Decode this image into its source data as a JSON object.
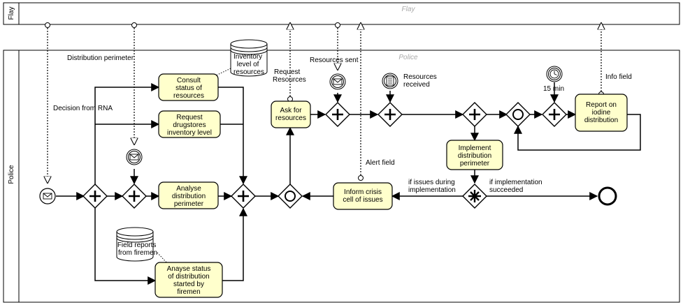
{
  "pools": {
    "flay_label": "Flay",
    "flay_lane": "Flay",
    "police_label": "Police",
    "police_lane": "Police"
  },
  "tasks": {
    "consult": [
      "Consult",
      "status of",
      "resources"
    ],
    "request_drugstores": [
      "Request",
      "drugstores",
      "inventory level"
    ],
    "analyse_perimeter": [
      "Analyse",
      "distribution",
      "perimeter"
    ],
    "anayse_status": [
      "Anayse status",
      "of distribution",
      "started by",
      "firemen"
    ],
    "ask_resources": [
      "Ask for",
      "resources"
    ],
    "inform_crisis": [
      "Inform crisis",
      "cell of issues"
    ],
    "implement": [
      "Implement",
      "distribution",
      "perimeter"
    ],
    "report": [
      "Report on",
      "iodine",
      "distribution"
    ]
  },
  "stores": {
    "inventory": [
      "Inventory",
      "level of",
      "resources"
    ],
    "field_reports": [
      "Field reports",
      "from firemen"
    ]
  },
  "labels": {
    "distribution_perimeter": "Distribution perimeter",
    "decision_from_rna": "Decision from RNA",
    "request_resources": [
      "Request",
      "Resources"
    ],
    "resources_sent": "Resources sent",
    "resources_received": [
      "Resources",
      "received"
    ],
    "alert_field": "Alert field",
    "info_field": "Info field",
    "timer": "15 min",
    "if_issues": [
      "if issues during",
      "implementation"
    ],
    "if_succeeded": [
      "if implementation",
      "succeeded"
    ]
  },
  "icons": {
    "message_start": "envelope-icon",
    "message_catch": "envelope-icon",
    "conditional": "list-icon",
    "timer": "clock-icon",
    "parallel": "plus-icon",
    "complex": "asterisk-icon",
    "end": "end-event-icon"
  }
}
